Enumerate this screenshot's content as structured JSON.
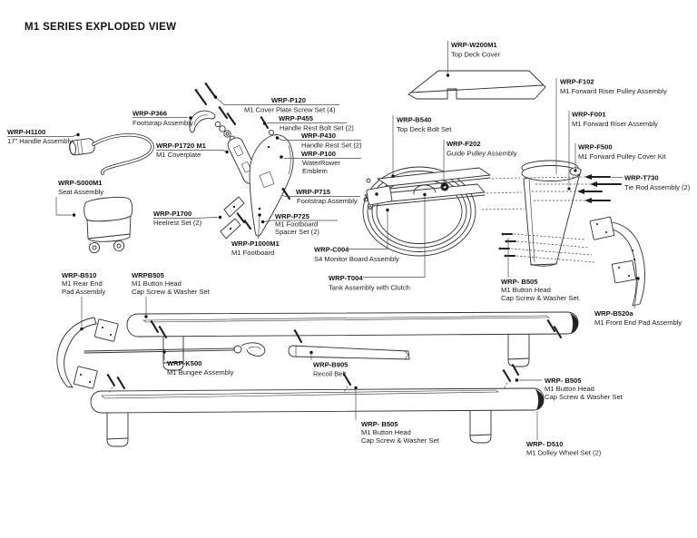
{
  "title": "M1 SERIES EXPLODED VIEW",
  "colors": {
    "background": "#ffffff",
    "line": "#2f2f2f",
    "text": "#1c1c1c"
  },
  "labels": {
    "h1100": {
      "code": "WRP-H1100",
      "l1": "17\" Handle Assembly"
    },
    "s000m1": {
      "code": "WRP-S000M1",
      "l1": "Seat Assembly"
    },
    "p366": {
      "code": "WRP-P366",
      "l1": "Footstrap Assembly"
    },
    "p1720": {
      "code": "WRP-P1720 M1",
      "l1": "M1 Coverplate"
    },
    "p120": {
      "code": "WRP-P120",
      "l1": "M1 Cover Plate Screw Set (4)"
    },
    "p455": {
      "code": "WRP-P455",
      "l1": "Handle Rest Bolt Set (2)"
    },
    "p430": {
      "code": "WRP-P430",
      "l1": "Handle Rest Set (2)"
    },
    "p100": {
      "code": "WRP-P100",
      "l1": "WaterRower",
      "l2": "Emblem"
    },
    "p715": {
      "code": "WRP-P715",
      "l1": "Footstrap Assembly"
    },
    "p725": {
      "code": "WRP-P725",
      "l1": "M1 Footboard",
      "l2": "Spacer Set (2)"
    },
    "p1000": {
      "code": "WRP-P1000M1",
      "l1": "M1 Footboard"
    },
    "p1700": {
      "code": "WRP-P1700",
      "l1": "Heelrest Set (2)"
    },
    "c004": {
      "code": "WRP-C004",
      "l1": "S4 Monitor Board Assembly"
    },
    "t004": {
      "code": "WRP-T004",
      "l1": "Tank Assembly with Clutch"
    },
    "w200m1": {
      "code": "WRP-W200M1",
      "l1": "Top Deck Cover"
    },
    "b540": {
      "code": "WRP-B540",
      "l1": "Top Deck Bolt Set"
    },
    "f202": {
      "code": "WRP-F202",
      "l1": "Guide Pulley Assembly"
    },
    "f102": {
      "code": "WRP-F102",
      "l1": "M1 Forward Riser Pulley Assembly"
    },
    "f001": {
      "code": "WRP-F001",
      "l1": "M1 Forward Riser Assembly"
    },
    "f500": {
      "code": "WRP-F500",
      "l1": "M1 Forward Pulley Cover Kit"
    },
    "t730": {
      "code": "WRP-T730",
      "l1": "Tie Rod Assembly (2)"
    },
    "b505_riser": {
      "code": "WRP- B505",
      "l1": "M1 Button Head",
      "l2": "Cap Screw & Washer Set"
    },
    "b520a": {
      "code": "WRP-B520a",
      "l1": "M1 Front End Pad Assembly"
    },
    "b510": {
      "code": "WRP-B510",
      "l1": "M1 Rear End",
      "l2": "Pad Assembly"
    },
    "b505_rear": {
      "code": "WRPB505",
      "l1": "M1 Button Head",
      "l2": "Cap Screw & Washer Set"
    },
    "k500": {
      "code": "WRP-K500",
      "l1": "M1 Bungee Assembly"
    },
    "b905": {
      "code": "WRP-B905",
      "l1": "Recoil Belt"
    },
    "b505_front": {
      "code": "WRP- B505",
      "l1": "M1 Button Head",
      "l2": "Cap Screw & Washer Set"
    },
    "b505_bottom": {
      "code": "WRP- B505",
      "l1": "M1 Button Head",
      "l2": "Cap Screw & Washer Set"
    },
    "d510": {
      "code": "WRP- D510",
      "l1": "M1 Dolley Wheel Set (2)"
    }
  }
}
